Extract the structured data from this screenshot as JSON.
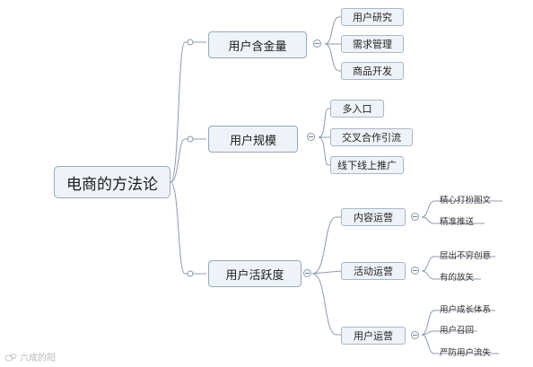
{
  "root": {
    "label": "电商的方法论"
  },
  "branches": [
    {
      "label": "用户含金量",
      "children": [
        {
          "label": "用户研究"
        },
        {
          "label": "需求管理"
        },
        {
          "label": "商品开发"
        }
      ]
    },
    {
      "label": "用户规模",
      "children": [
        {
          "label": "多入口"
        },
        {
          "label": "交叉合作引流"
        },
        {
          "label": "线下线上推广"
        }
      ]
    },
    {
      "label": "用户活跃度",
      "children": [
        {
          "label": "内容运营",
          "children": [
            {
              "label": "精心打扮图文"
            },
            {
              "label": "精准推送"
            }
          ]
        },
        {
          "label": "活动运营",
          "children": [
            {
              "label": "层出不穷创意"
            },
            {
              "label": "有的放矢"
            }
          ]
        },
        {
          "label": "用户运营",
          "children": [
            {
              "label": "用户成长体系"
            },
            {
              "label": "用户召回"
            },
            {
              "label": "严防用户流失"
            }
          ]
        }
      ]
    }
  ],
  "watermark": "六成的阳"
}
